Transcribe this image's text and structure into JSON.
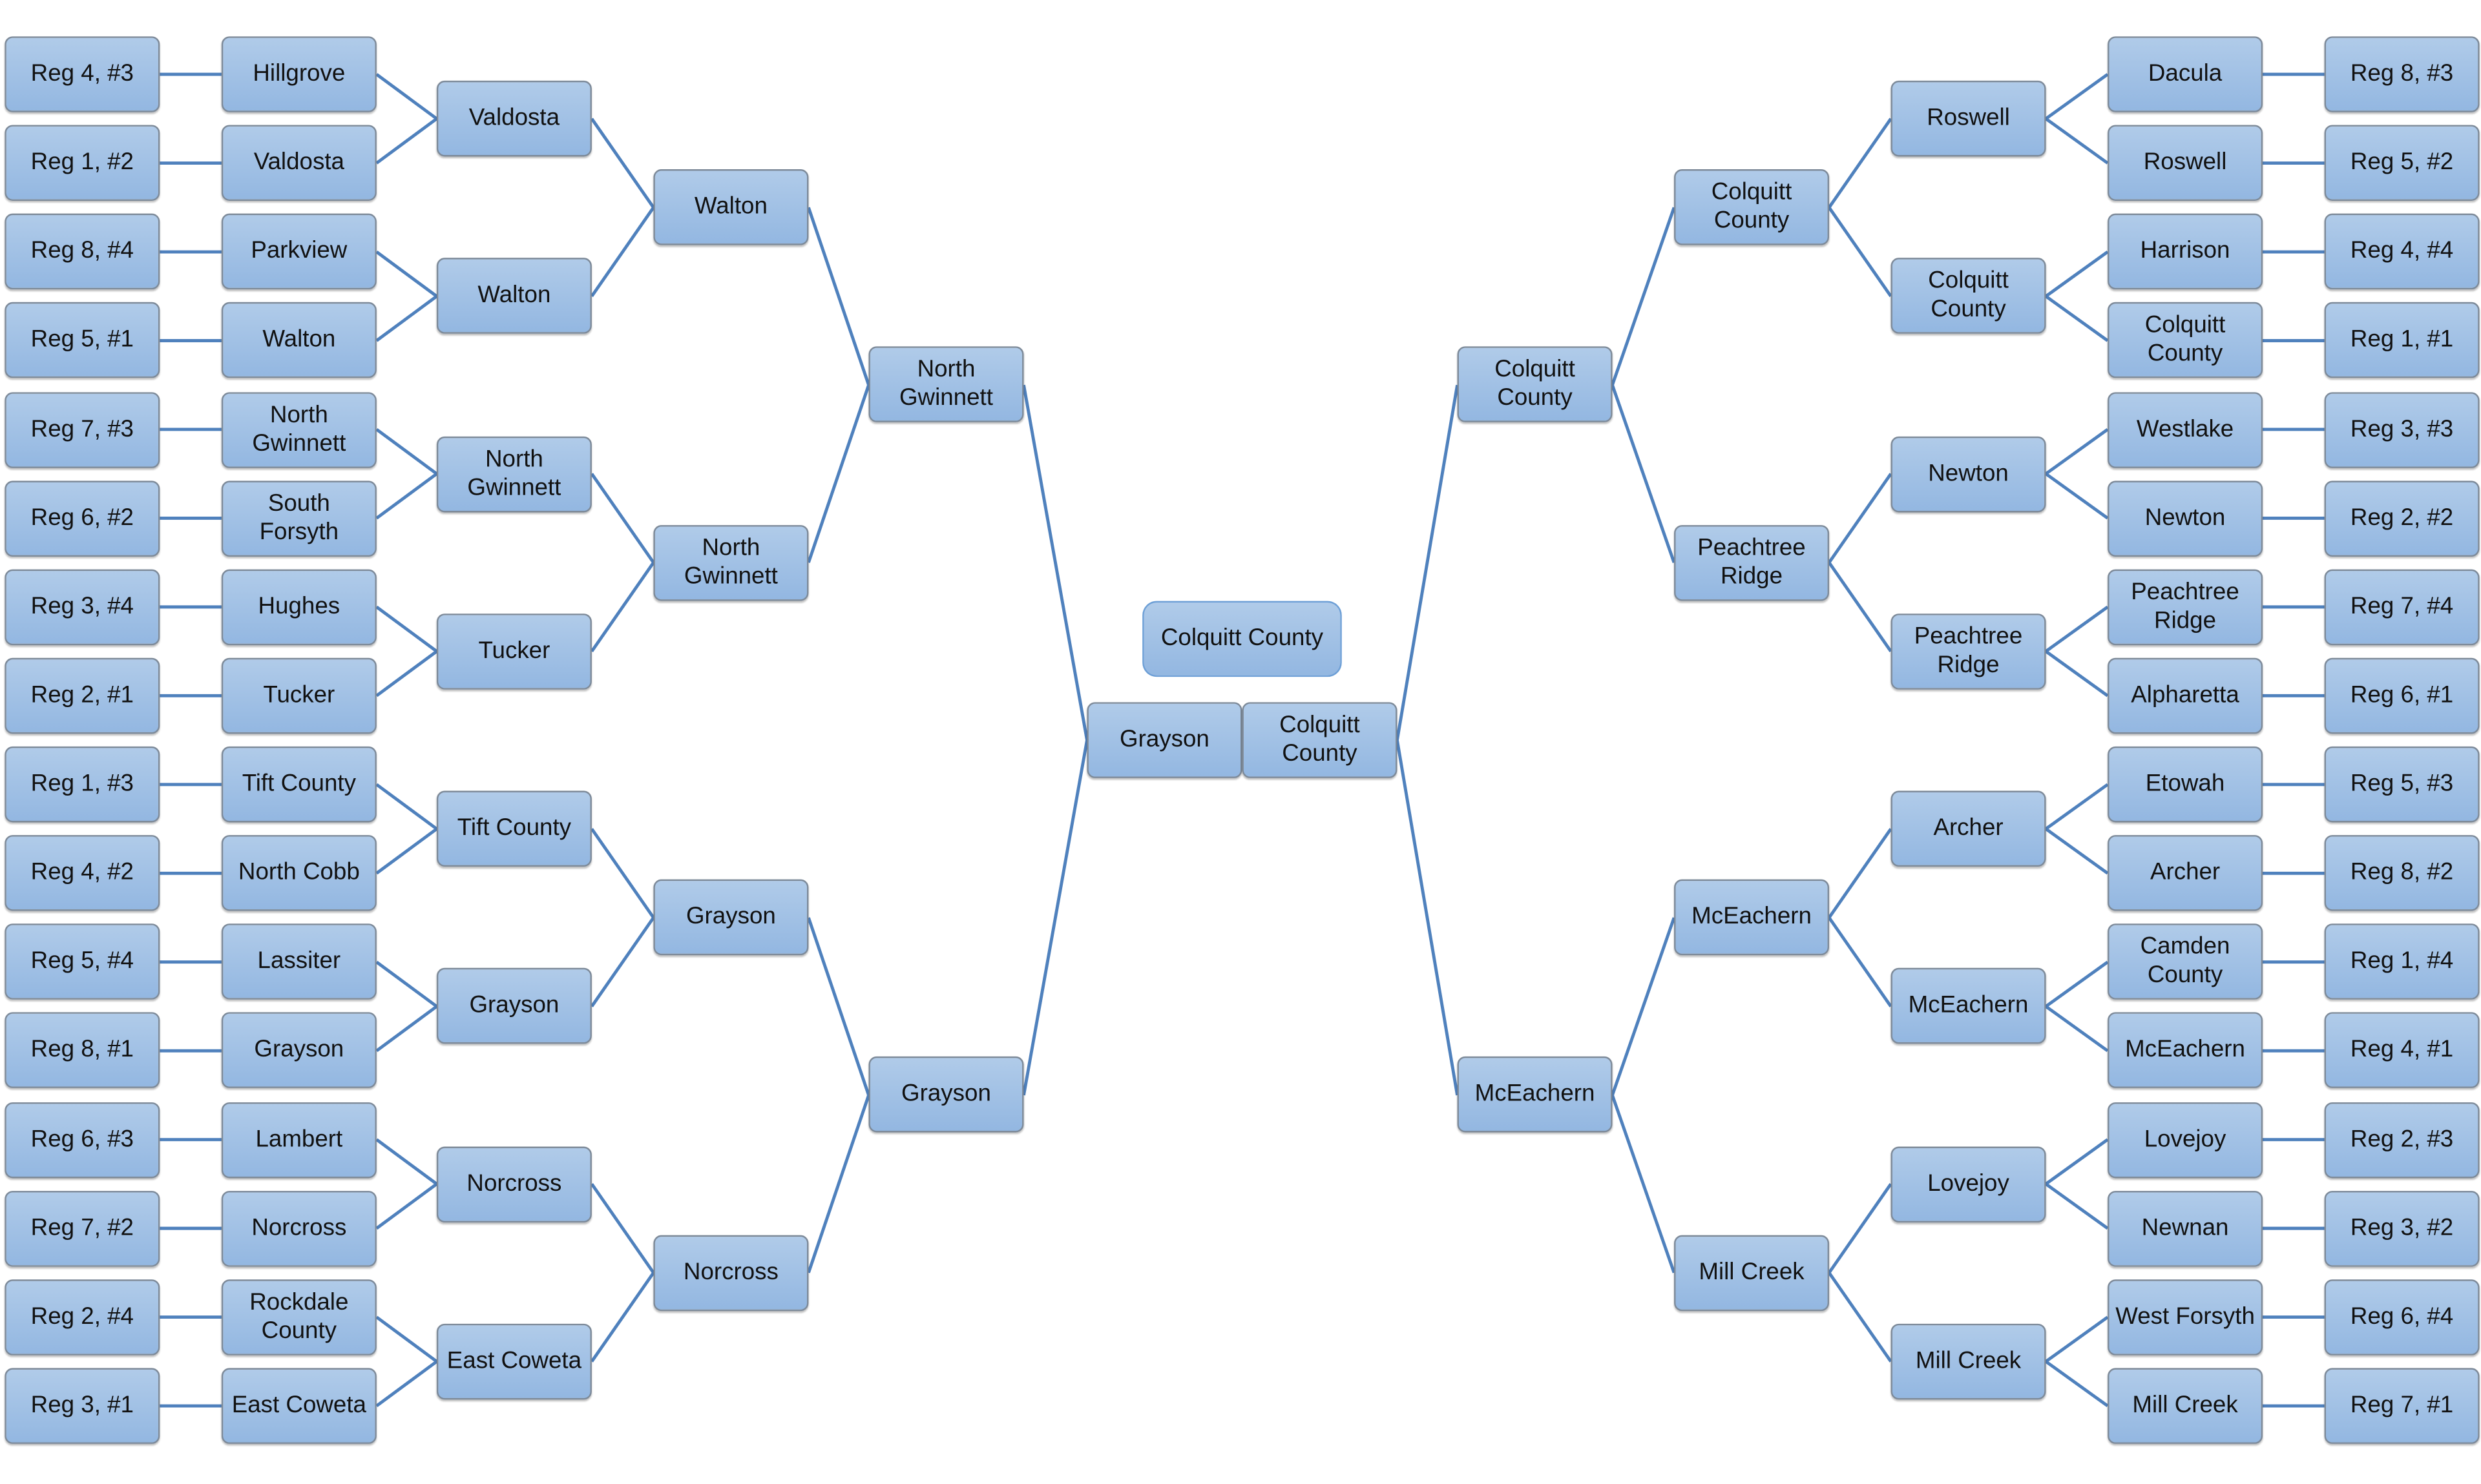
{
  "colors": {
    "line": "#4f81bd",
    "box_top": "#b0cbe9",
    "box_bottom": "#93b7e1"
  },
  "champion": "Colquitt County",
  "final": {
    "left": "Grayson",
    "right": "Colquitt County"
  },
  "left": {
    "seeds": [
      "Reg 4, #3",
      "Reg 1, #2",
      "Reg 8, #4",
      "Reg 5, #1",
      "Reg 7, #3",
      "Reg 6, #2",
      "Reg 3, #4",
      "Reg 2, #1",
      "Reg 1, #3",
      "Reg 4, #2",
      "Reg 5, #4",
      "Reg 8, #1",
      "Reg 6, #3",
      "Reg 7, #2",
      "Reg 2, #4",
      "Reg 3, #1"
    ],
    "round1": [
      "Hillgrove",
      "Valdosta",
      "Parkview",
      "Walton",
      "North Gwinnett",
      "South Forsyth",
      "Hughes",
      "Tucker",
      "Tift County",
      "North Cobb",
      "Lassiter",
      "Grayson",
      "Lambert",
      "Norcross",
      "Rockdale County",
      "East Coweta"
    ],
    "round2": [
      "Valdosta",
      "Walton",
      "North Gwinnett",
      "Tucker",
      "Tift County",
      "Grayson",
      "Norcross",
      "East Coweta"
    ],
    "round3": [
      "Walton",
      "North Gwinnett",
      "Grayson",
      "Norcross"
    ],
    "round4": [
      "North Gwinnett",
      "Grayson"
    ]
  },
  "right": {
    "seeds": [
      "Reg 8, #3",
      "Reg 5, #2",
      "Reg 4, #4",
      "Reg 1, #1",
      "Reg 3, #3",
      "Reg 2, #2",
      "Reg 7, #4",
      "Reg 6, #1",
      "Reg 5, #3",
      "Reg 8, #2",
      "Reg 1, #4",
      "Reg 4, #1",
      "Reg 2, #3",
      "Reg 3, #2",
      "Reg 6, #4",
      "Reg 7, #1"
    ],
    "round1": [
      "Dacula",
      "Roswell",
      "Harrison",
      "Colquitt County",
      "Westlake",
      "Newton",
      "Peachtree Ridge",
      "Alpharetta",
      "Etowah",
      "Archer",
      "Camden County",
      "McEachern",
      "Lovejoy",
      "Newnan",
      "West Forsyth",
      "Mill Creek"
    ],
    "round2": [
      "Roswell",
      "Colquitt County",
      "Newton",
      "Peachtree Ridge",
      "Archer",
      "McEachern",
      "Lovejoy",
      "Mill Creek"
    ],
    "round3": [
      "Colquitt County",
      "Peachtree Ridge",
      "McEachern",
      "Mill Creek"
    ],
    "round4": [
      "Colquitt County",
      "McEachern"
    ]
  }
}
